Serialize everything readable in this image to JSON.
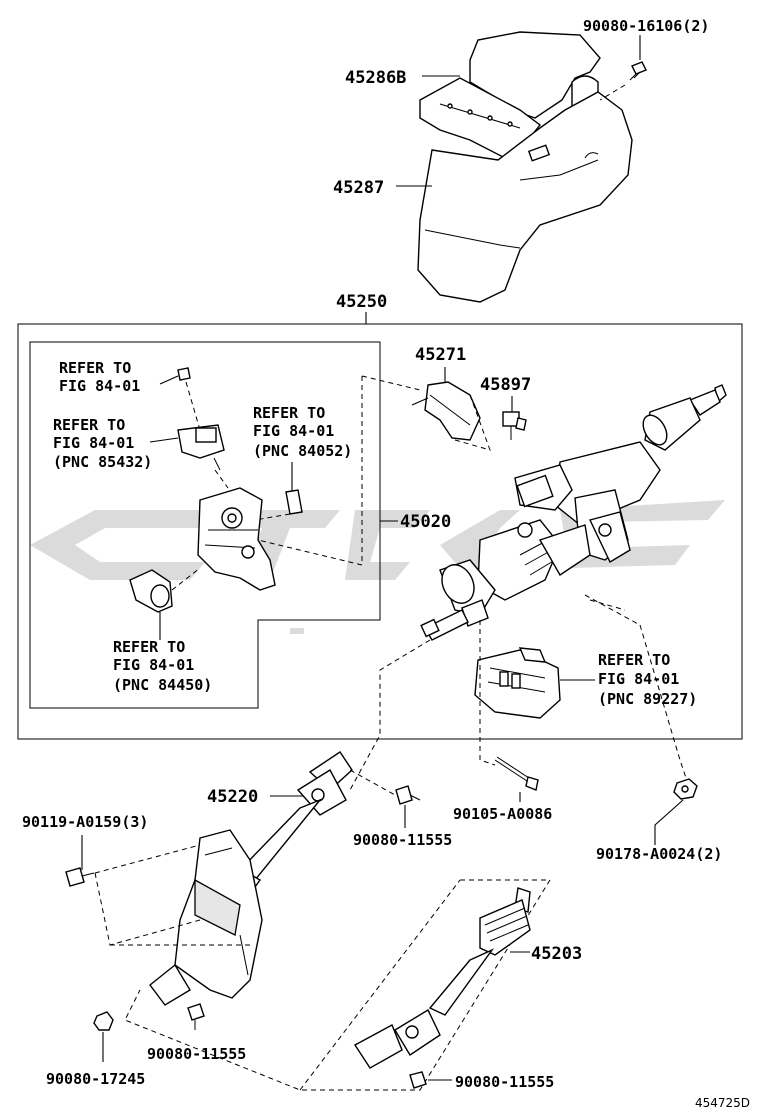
{
  "labels": {
    "p45286b": "45286B",
    "p45287": "45287",
    "p90080_16106": "90080-16106(2)",
    "p45250": "45250",
    "p45271": "45271",
    "p45897": "45897",
    "p45020": "45020",
    "p45220": "45220",
    "p90119": "90119-A0159(3)",
    "p90080_11555_a": "90080-11555",
    "p90105": "90105-A0086",
    "p90178": "90178-A0024(2)",
    "p45203": "45203",
    "p90080_11555_b": "90080-11555",
    "p90080_17245": "90080-17245",
    "p90080_11555_c": "90080-11555"
  },
  "refs": {
    "r1_line1": "REFER TO",
    "r1_line2": "FIG 84-01",
    "r2_line1": "REFER TO",
    "r2_line2": "FIG 84-01",
    "r2_line3": "(PNC 85432)",
    "r3_line1": "REFER TO",
    "r3_line2": "FIG 84-01",
    "r3_line3": "(PNC 84052)",
    "r4_line1": "REFER TO",
    "r4_line2": "FIG 84-01",
    "r4_line3": "(PNC 84450)",
    "r5_line1": "REFER TO",
    "r5_line2": "FIG 84-01",
    "r5_line3": "(PNC 89227)"
  },
  "illustration_code": "454725D"
}
